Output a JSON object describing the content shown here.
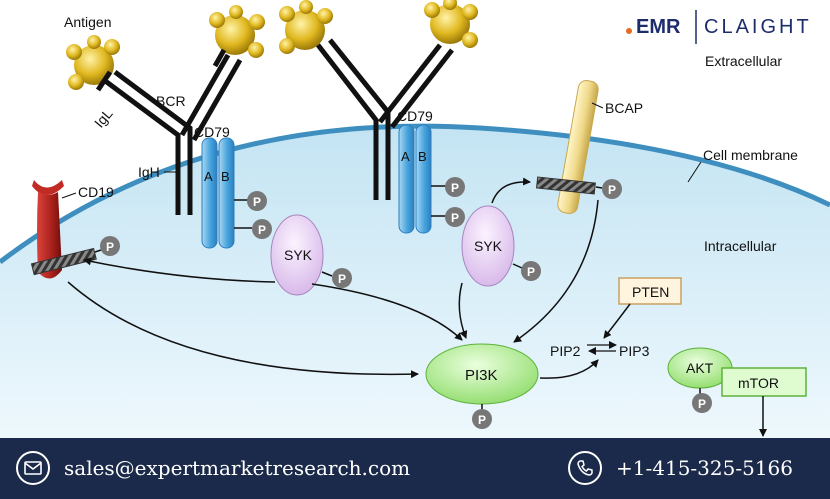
{
  "logo": {
    "emr": "EMR",
    "claight": "CLAIGHT"
  },
  "labels": {
    "antigen": "Antigen",
    "bcr": "BCR",
    "igl": "IgL",
    "igh": "IgH",
    "cd79_left": "CD79",
    "cd79_right": "CD79",
    "cd79_a": "A",
    "cd79_b": "B",
    "cd79_a2": "A",
    "cd79_b2": "B",
    "cd19": "CD19",
    "bcap": "BCAP",
    "extracellular": "Extracellular",
    "cell_membrane": "Cell membrane",
    "intracellular": "Intracellular",
    "syk_left": "SYK",
    "syk_right": "SYK",
    "pten": "PTEN",
    "pip2": "PIP2",
    "pip3": "PIP3",
    "pi3k": "PI3K",
    "akt": "AKT",
    "mtor": "mTOR",
    "phospho": "P"
  },
  "footer": {
    "email": "sales@expertmarketresearch.com",
    "phone": "+1-415-325-5166",
    "email_icon": "envelope-icon",
    "phone_icon": "phone-icon"
  },
  "colors": {
    "cell_fill": "#d9eef8",
    "membrane": "#3e8fbf",
    "footer_bg": "#1b2a4a",
    "syk": "#e6cff0",
    "pi3k": "#b9ef9f",
    "phospho": "#777777",
    "antigen": "#e0b820"
  }
}
